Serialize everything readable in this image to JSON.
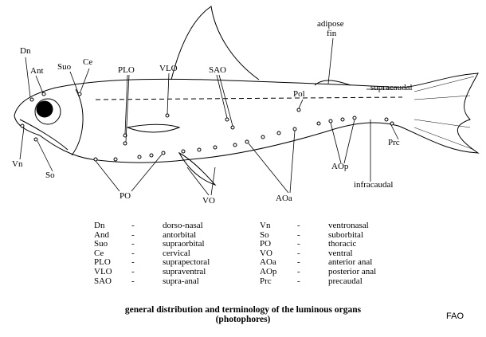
{
  "labels": {
    "dn": "Dn",
    "ant": "Ant",
    "suo": "Suo",
    "ce": "Ce",
    "plo": "PLO",
    "vlo": "VLO",
    "sao": "SAO",
    "adipose_1": "adipose",
    "adipose_2": "fin",
    "pol": "Pol",
    "supracaudal": "supracaudal",
    "vn": "Vn",
    "so": "So",
    "po": "PO",
    "vo": "VO",
    "aoa": "AOa",
    "aop": "AOp",
    "infracaudal": "infracaudal",
    "prc": "Prc"
  },
  "legend_left": [
    {
      "abbr": "Dn",
      "term": "dorso-nasal"
    },
    {
      "abbr": "And",
      "term": "antorbital"
    },
    {
      "abbr": "Suo",
      "term": "supraorbital"
    },
    {
      "abbr": "Ce",
      "term": "cervical"
    },
    {
      "abbr": "PLO",
      "term": "suprapectoral"
    },
    {
      "abbr": "VLO",
      "term": "supraventral"
    },
    {
      "abbr": "SAO",
      "term": "supra-anal"
    }
  ],
  "legend_right": [
    {
      "abbr": "Vn",
      "term": "ventronasal"
    },
    {
      "abbr": "So",
      "term": "suborbital"
    },
    {
      "abbr": "PO",
      "term": "thoracic"
    },
    {
      "abbr": "VO",
      "term": "ventral"
    },
    {
      "abbr": "AOa",
      "term": "anterior anal"
    },
    {
      "abbr": "AOp",
      "term": "posterior anal"
    },
    {
      "abbr": "Prc",
      "term": "precaudal"
    }
  ],
  "dash": "-",
  "caption_1": "general distribution and terminology of the luminous organs",
  "caption_2": "(photophores)",
  "credit": "FAO"
}
